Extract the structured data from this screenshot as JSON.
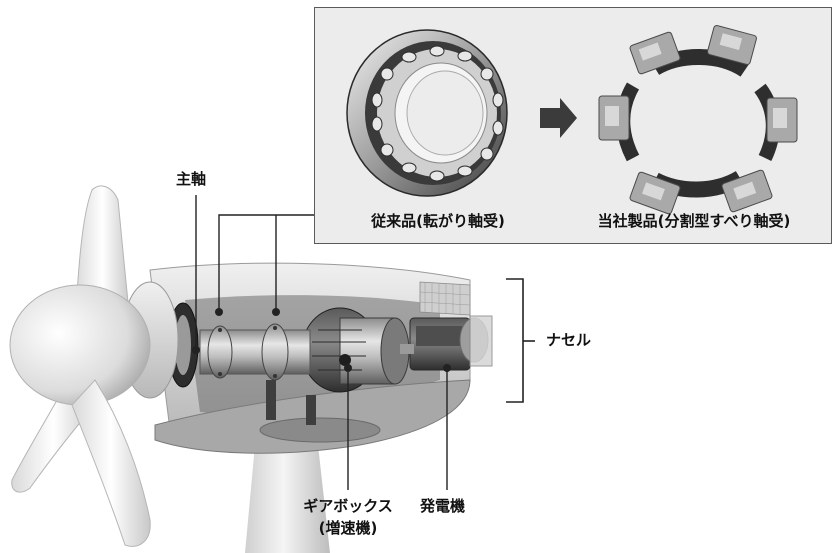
{
  "labels": {
    "main_shaft": "主軸",
    "conventional": "従来品(転がり軸受)",
    "our_product": "当社製品(分割型すべり軸受)",
    "nacelle": "ナセル",
    "gearbox_line1": "ギアボックス",
    "gearbox_line2": "(増速機)",
    "generator": "発電機"
  },
  "colors": {
    "inset_background": "#ececec",
    "callout_line": "#222222",
    "metal_dark": "#3a3a3a",
    "metal_light": "#d8d8d8"
  },
  "icons": {
    "arrow": "right-arrow-icon",
    "conventional_bearing": "roller-bearing-icon",
    "split_bearing": "segmented-journal-bearing-icon"
  }
}
